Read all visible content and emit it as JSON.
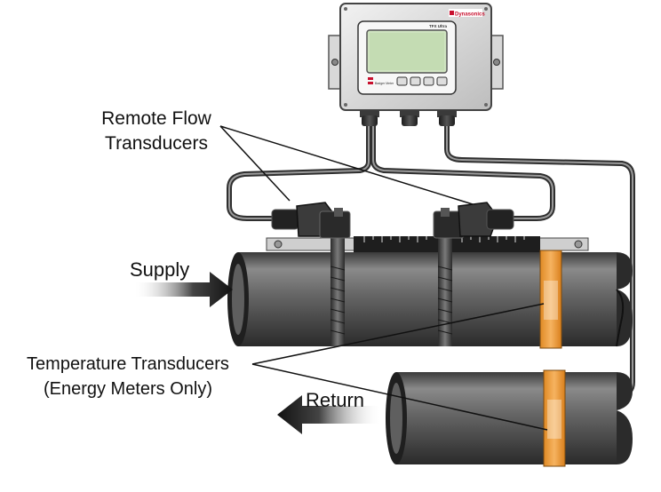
{
  "labels": {
    "remote_flow_line1": "Remote Flow",
    "remote_flow_line2": "Transducers",
    "supply": "Supply",
    "return": "Return",
    "temperature_line1": "Temperature Transducers",
    "temperature_line2": "(Energy Meters Only)"
  },
  "device": {
    "brand": "Dynasonics",
    "model": "TFX Ultra",
    "footer_brand": "Badger Meter"
  },
  "colors": {
    "pipe": "#5a5a5a",
    "pipe_dark": "#2e2e2e",
    "temperature_band": "#f0a040",
    "brand_red": "#c8102e",
    "display_green": "#cfe3c0",
    "cable": "#3a3a3a"
  }
}
